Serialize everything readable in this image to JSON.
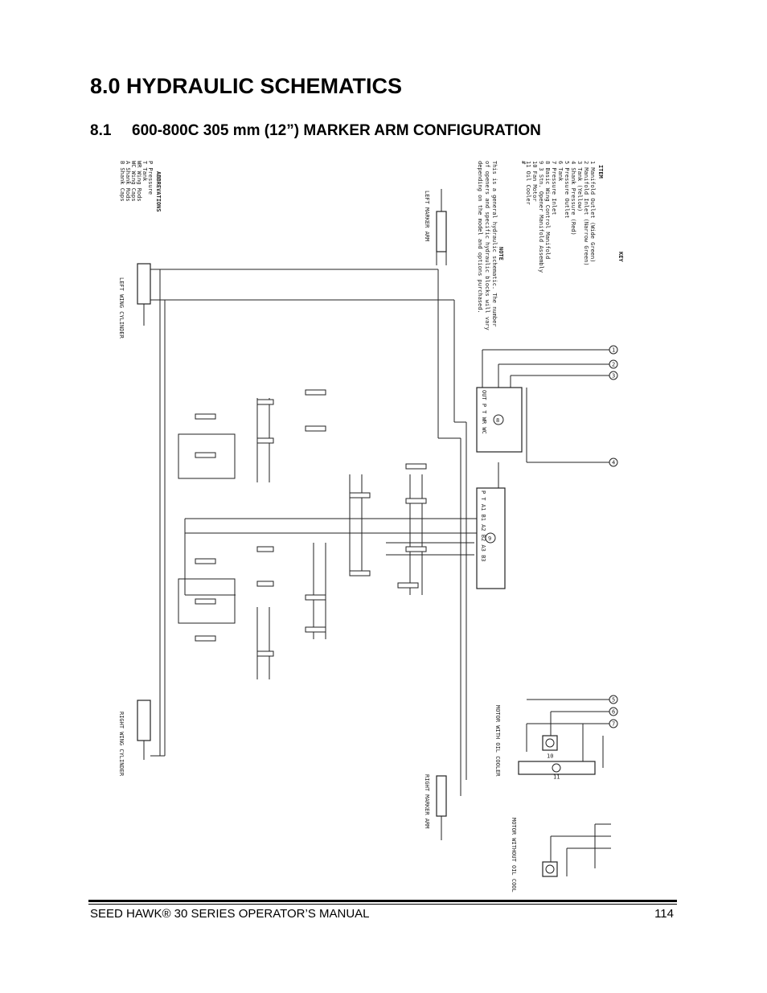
{
  "heading": "8.0  HYDRAULIC  SCHEMATICS",
  "subheading": {
    "number": "8.1",
    "title": "600-800C 305 mm (12”) MARKER ARM CONFIGURATION"
  },
  "figure": {
    "key_title": "KEY",
    "key_col_num": "#",
    "key_col_item": "ITEM",
    "key_items": [
      "1  Manifold Outlet (Wide Green)",
      "2  Manifold Inlet (Narrow Green)",
      "3  Tank (Yellow)",
      "4  Shank Pressure (Red)",
      "5  Pressure Outlet",
      "6  Tank",
      "7  Pressure Inlet",
      "8  Basic Wing Control Manifold",
      "9  3 Stn. Opener Manifold Assembly",
      "10 Fan Motor",
      "11 Oil Cooler"
    ],
    "note_title": "NOTE",
    "note_lines": [
      "This is a general hydraulic schematic. The number",
      "of openers and specific hydraulic blocks will vary",
      "depending on the model and options purchased."
    ],
    "abbrev_title": "ABBREVATIONS",
    "abbrev_items": [
      "P    Pressure",
      "T    Tank",
      "WR   Wing Rods",
      "WC   Wing Caps",
      "A    Shank Rods",
      "B    Shank Caps"
    ],
    "labels": {
      "left_marker": "LEFT MARKER ARM",
      "right_marker": "RIGHT MARKER ARM",
      "left_wing": "LEFT WING CYLINDER",
      "right_wing": "RIGHT WING CYLINDER",
      "motor_cooler": "MOTOR WITH OIL COOLER",
      "motor_no_cooler": "MOTOR WITHOUT OIL COOLER"
    },
    "manifold_top_ports": "OUT   P   T       WR  WC",
    "manifold_bottom_ports": "P   T   A1  B1  A2  B2  A3  B3",
    "callouts": [
      "1",
      "2",
      "3",
      "4",
      "5",
      "6",
      "7",
      "8",
      "9",
      "10",
      "11"
    ]
  },
  "footer": {
    "manual": "SEED HAWK® 30 SERIES OPERATOR’S MANUAL",
    "page": "114"
  }
}
